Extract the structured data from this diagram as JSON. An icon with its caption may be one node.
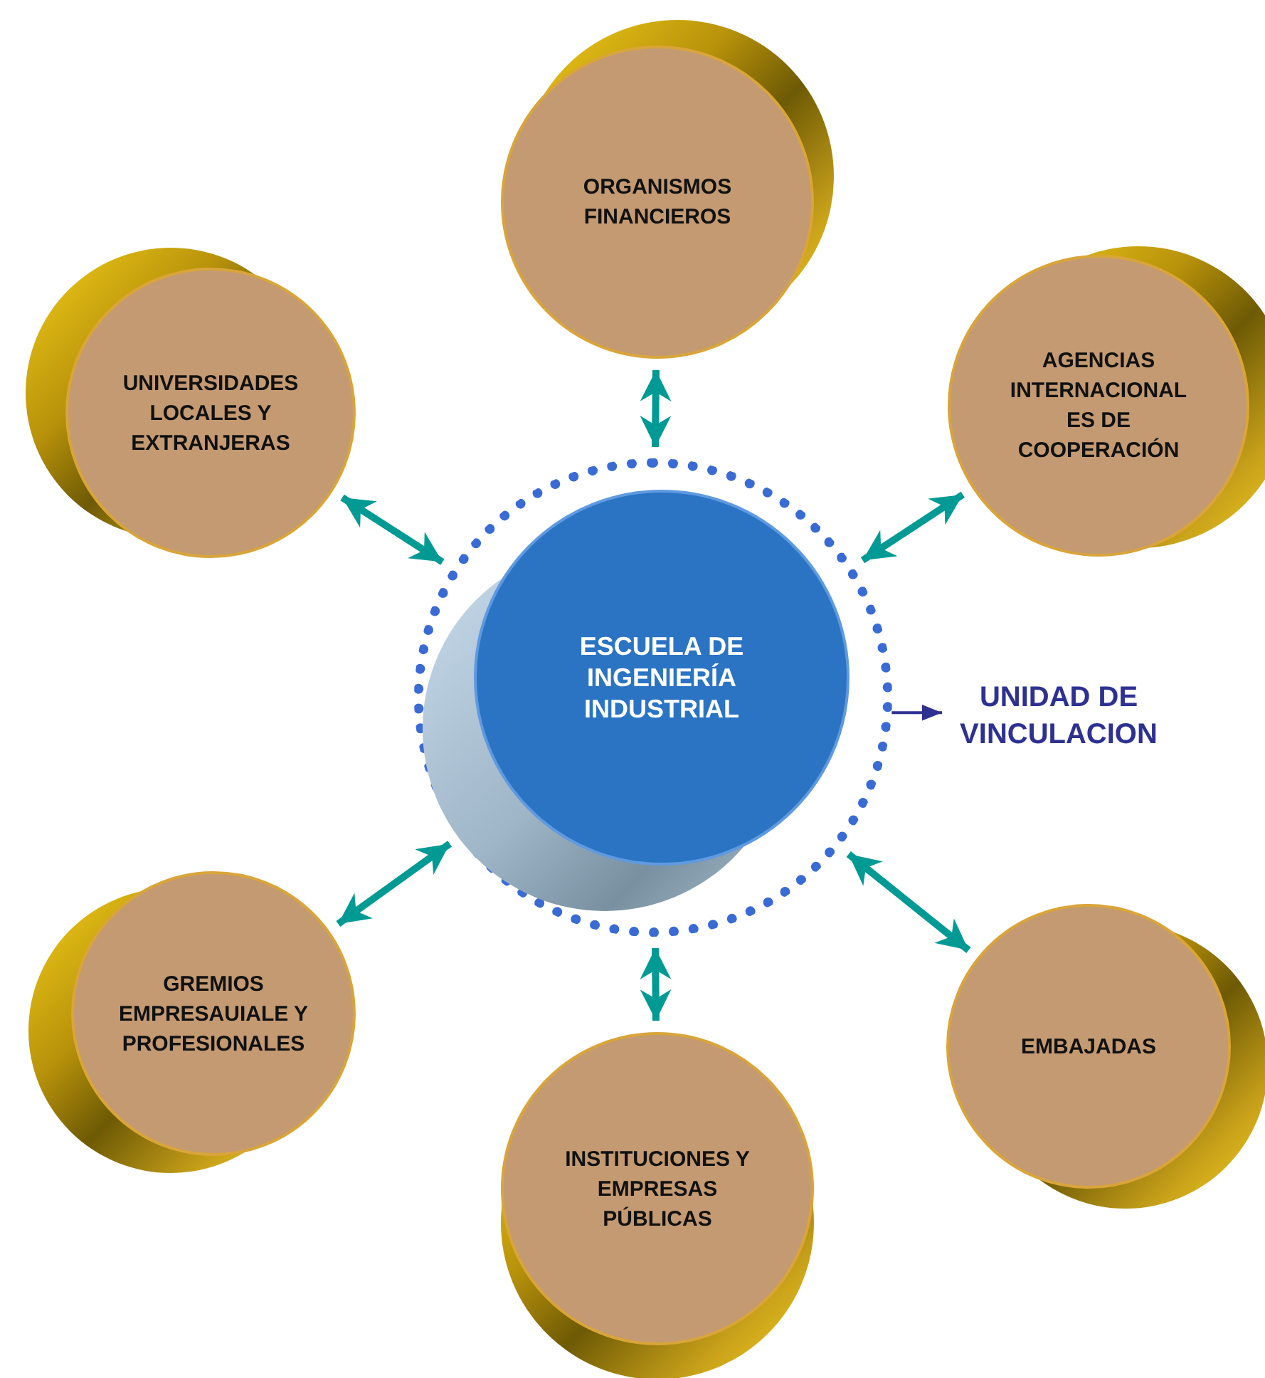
{
  "diagram": {
    "nodes": [
      {
        "text": [
          "ORGANISMOS FINANCIEROS"
        ]
      },
      {
        "text": [
          "UNIVERSIDADES LOCALES Y EXTRANJERAS"
        ]
      },
      {
        "text": [
          "AGENCIAS INTERNACIONAL ES DE COOPERACIÓN"
        ]
      },
      {
        "text": [],
        "shape": "circle"
      },
      {
        "text": [
          "ESCUELA DE INGENIERÍA INDUSTRIAL"
        ],
        "in": 3
      },
      {
        "text": [
          "UNIDAD DE VINCULACION"
        ]
      },
      {
        "text": [
          "GREMIOS EMPRESAUIALE Y PROFESIONALES"
        ]
      },
      {
        "text": [
          "EMBAJADAS"
        ]
      },
      {
        "text": [
          "INSTITUCIONES Y EMPRESAS PÚBLICAS"
        ]
      }
    ],
    "edges": [
      {
        "from": 3,
        "to": 0,
        "arrow": "both"
      },
      {
        "from": 3,
        "to": 1,
        "arrow": "both"
      },
      {
        "from": 3,
        "to": 2,
        "arrow": "both"
      },
      {
        "from": 3,
        "to": 5,
        "arrow": "to",
        "color": "#2e3192"
      },
      {
        "from": 3,
        "to": 6,
        "arrow": "both"
      },
      {
        "from": 3,
        "to": 7,
        "arrow": "both"
      },
      {
        "from": 3,
        "to": 8,
        "arrow": "both"
      }
    ]
  }
}
